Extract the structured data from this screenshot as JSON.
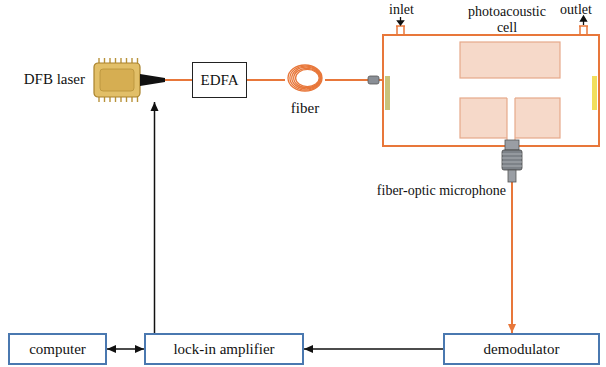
{
  "diagram": {
    "nodes": [
      {
        "text": [
          "DFB laser"
        ]
      },
      {
        "text": [
          "EDFA"
        ]
      },
      {
        "text": [
          "fiber"
        ]
      },
      {
        "text": [
          "photoacoustic cell"
        ]
      },
      {
        "text": [
          "fiber-optic microphone"
        ]
      },
      {
        "text": [
          "computer"
        ]
      },
      {
        "text": [
          "lock-in amplifier"
        ]
      },
      {
        "text": [
          "demodulator"
        ]
      }
    ],
    "edges": [
      {
        "from": 0,
        "to": 1,
        "arrow": "none"
      },
      {
        "from": 1,
        "to": 2,
        "arrow": "none"
      },
      {
        "from": 2,
        "to": 3,
        "arrow": "none"
      },
      {
        "from": 4,
        "to": 7,
        "arrow": "to"
      },
      {
        "from": 7,
        "to": 6,
        "arrow": "to"
      },
      {
        "from": 6,
        "to": 0,
        "arrow": "to"
      },
      {
        "from": 5,
        "to": 6,
        "arrow": "both"
      }
    ],
    "labels": [
      "inlet",
      "outlet"
    ]
  }
}
